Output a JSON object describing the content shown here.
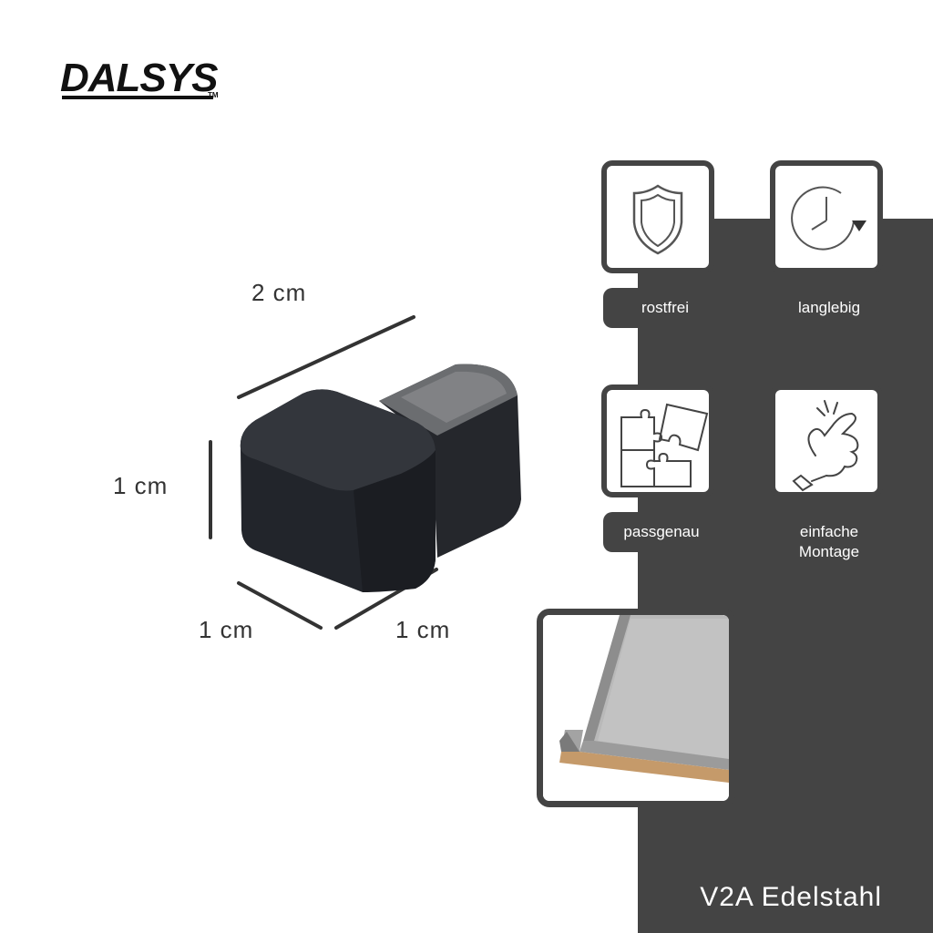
{
  "brand": {
    "logo_text": "DALSYS",
    "trademark": "TM"
  },
  "dimensions": {
    "length": "2 cm",
    "height": "1 cm",
    "width_left": "1 cm",
    "width_right": "1 cm"
  },
  "features": [
    {
      "label": "rostfrei",
      "icon": "shield-icon"
    },
    {
      "label": "langlebig",
      "icon": "clock-icon"
    },
    {
      "label": "passgenau",
      "icon": "puzzle-icon"
    },
    {
      "label_line1": "einfache",
      "label_line2": "Montage",
      "icon": "snap-fingers-icon"
    }
  ],
  "footer": {
    "material": "V2A Edelstahl"
  },
  "colors": {
    "panel": "#444444",
    "text_light": "#ffffff",
    "product": "#25272c"
  }
}
